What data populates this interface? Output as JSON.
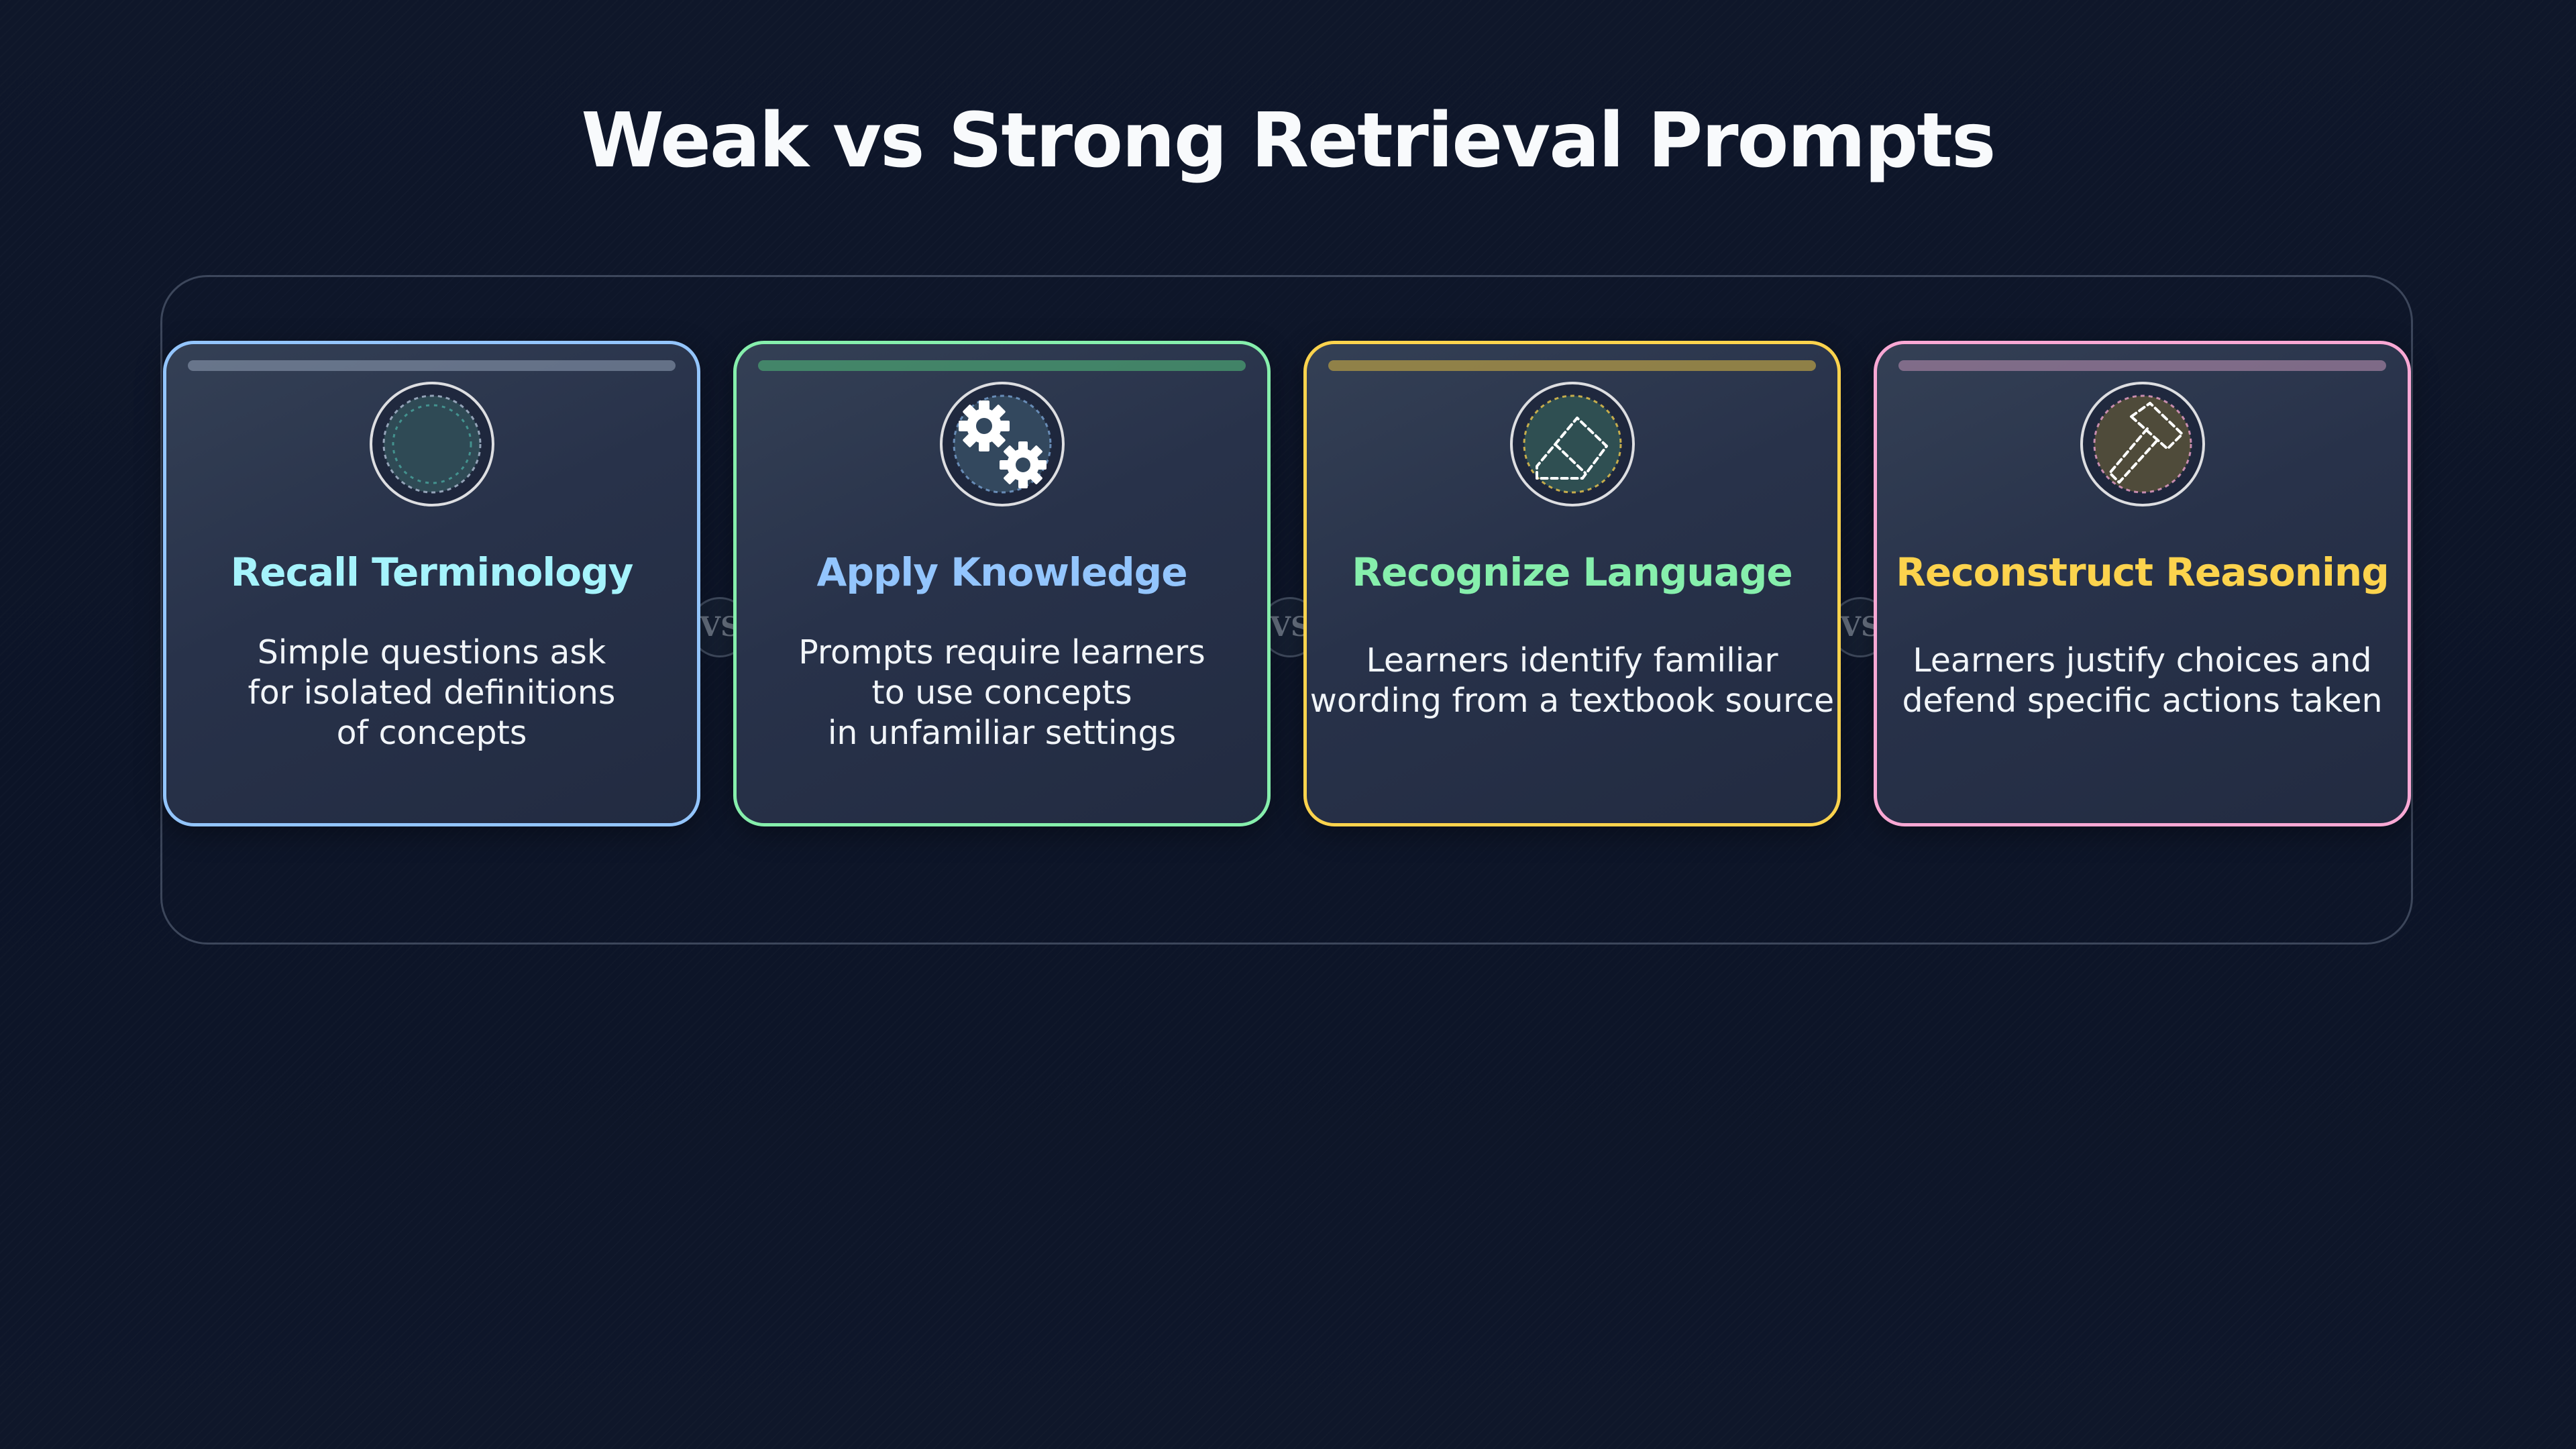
{
  "title": "Weak vs Strong Retrieval Prompts",
  "vs_label": "VS",
  "cards": [
    {
      "title": "Recall Terminology",
      "description": [
        "Simple questions ask",
        "for isolated definitions",
        "of concepts"
      ],
      "icon": "dotted-circle-icon",
      "accent": "#93c5fd",
      "title_color": "#a5f3fc"
    },
    {
      "title": "Apply Knowledge",
      "description": [
        "Prompts require learners",
        "to use concepts",
        "in unfamiliar settings"
      ],
      "icon": "gears-icon",
      "accent": "#86efac",
      "title_color": "#93c5fd"
    },
    {
      "title": "Recognize Language",
      "description": [
        "Learners identify familiar",
        "wording from a textbook source"
      ],
      "icon": "eraser-icon",
      "accent": "#fcd34d",
      "title_color": "#86efac"
    },
    {
      "title": "Reconstruct Reasoning",
      "description": [
        "Learners justify choices and",
        "defend specific actions taken"
      ],
      "icon": "hammer-icon",
      "accent": "#f9a8d4",
      "title_color": "#fcd34d"
    }
  ]
}
